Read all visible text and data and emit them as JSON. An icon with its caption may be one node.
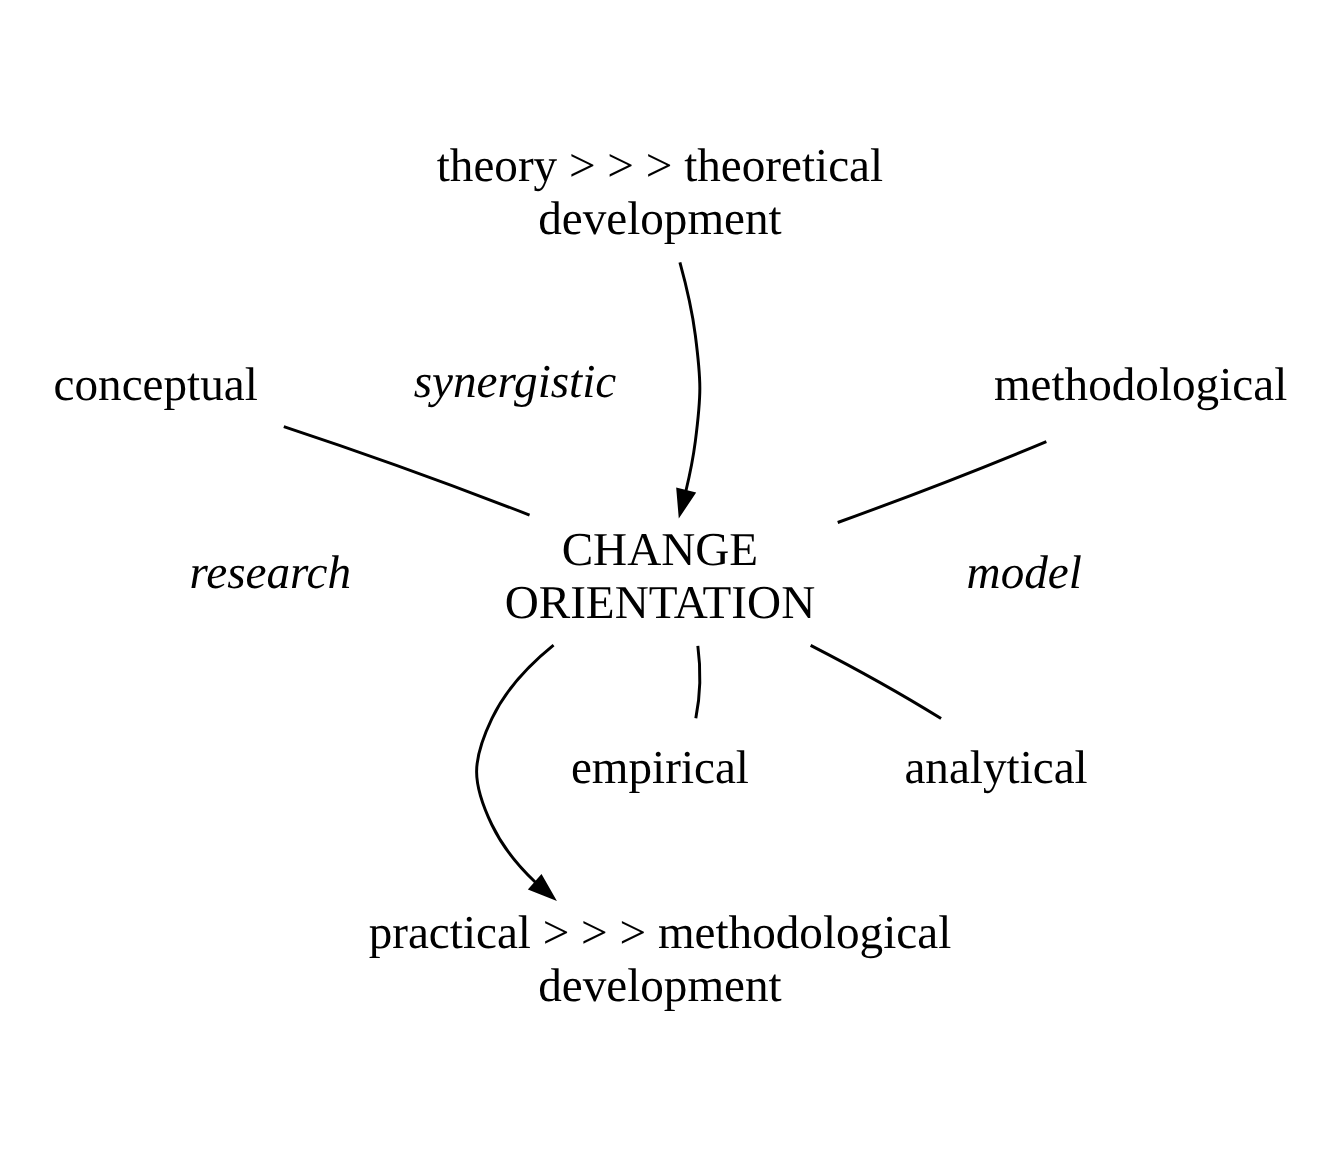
{
  "diagram": {
    "nodes": [
      {
        "text": [
          "theory > > > theoretical development"
        ]
      },
      {
        "text": [
          "conceptual"
        ]
      },
      {
        "text": [
          "methodological"
        ]
      },
      {
        "text": [
          "CHANGE ORIENTATION"
        ]
      },
      {
        "text": [
          "empirical"
        ]
      },
      {
        "text": [
          "analytical"
        ]
      },
      {
        "text": [
          "practical > > > methodological development"
        ]
      }
    ],
    "edges": [
      {
        "from": 0,
        "to": 3,
        "arrow": "to"
      },
      {
        "from": 3,
        "to": 1,
        "arrow": "none"
      },
      {
        "from": 3,
        "to": 2,
        "arrow": "none"
      },
      {
        "from": 3,
        "to": 4,
        "arrow": "none"
      },
      {
        "from": 3,
        "to": 5,
        "arrow": "none"
      },
      {
        "from": 3,
        "to": 6,
        "arrow": "to"
      }
    ],
    "labels": [
      "synergistic",
      "research",
      "model"
    ]
  }
}
